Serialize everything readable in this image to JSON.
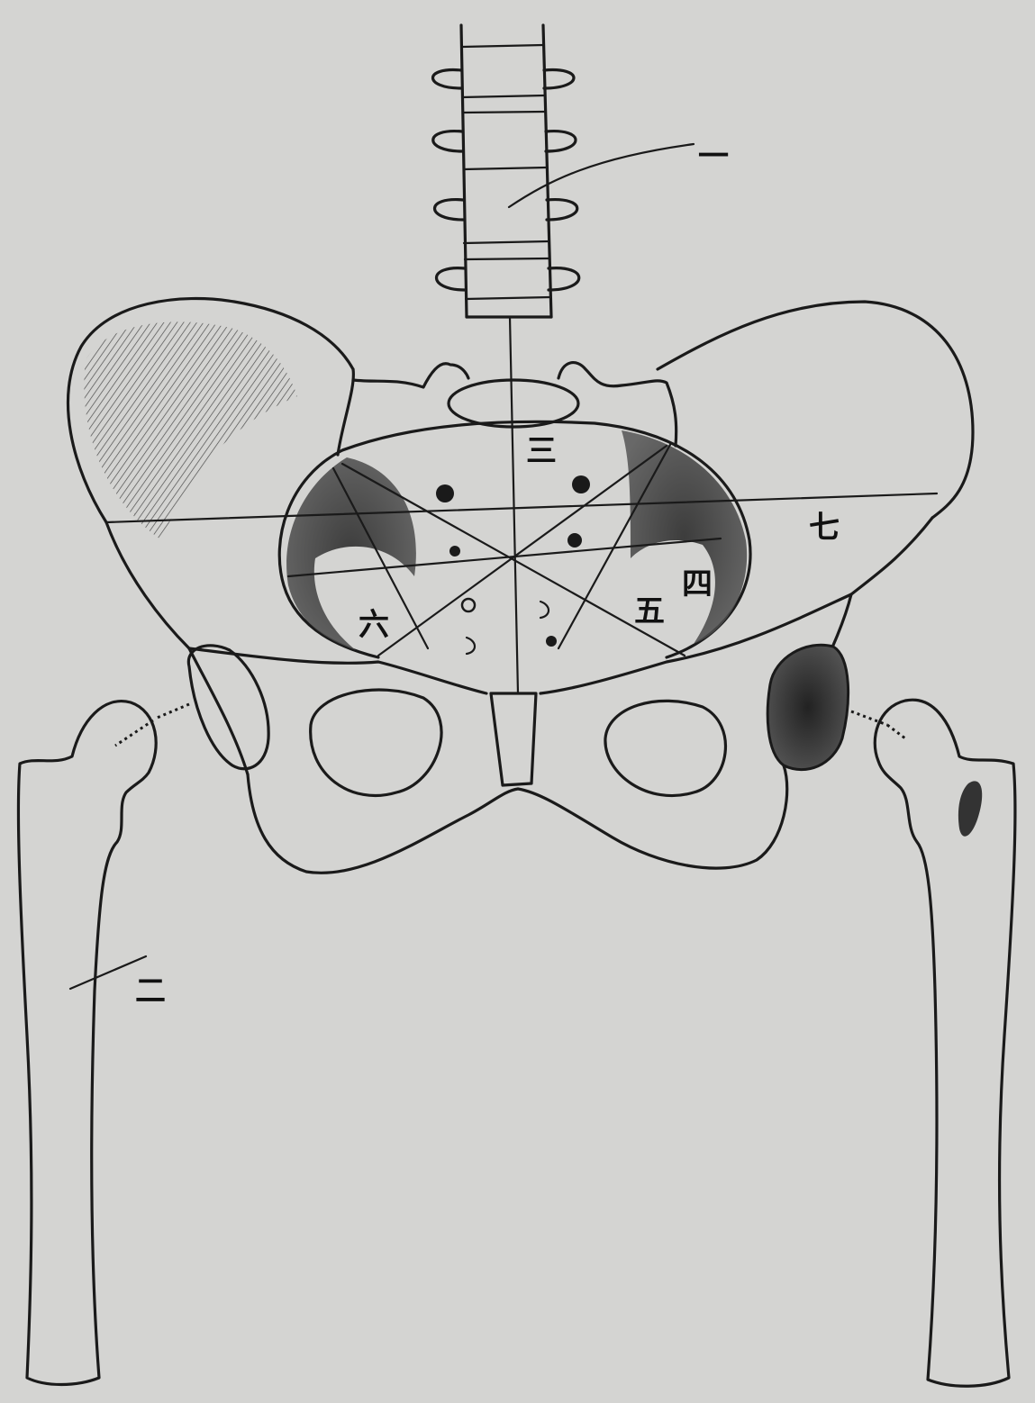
{
  "colors": {
    "paper": "#d4d4d2",
    "ink": "#1a1a1a",
    "shade": "#3a3a3a"
  },
  "labels": {
    "one": "一",
    "two": "二",
    "three": "三",
    "four": "四",
    "five": "五",
    "six": "六",
    "seven": "七"
  }
}
